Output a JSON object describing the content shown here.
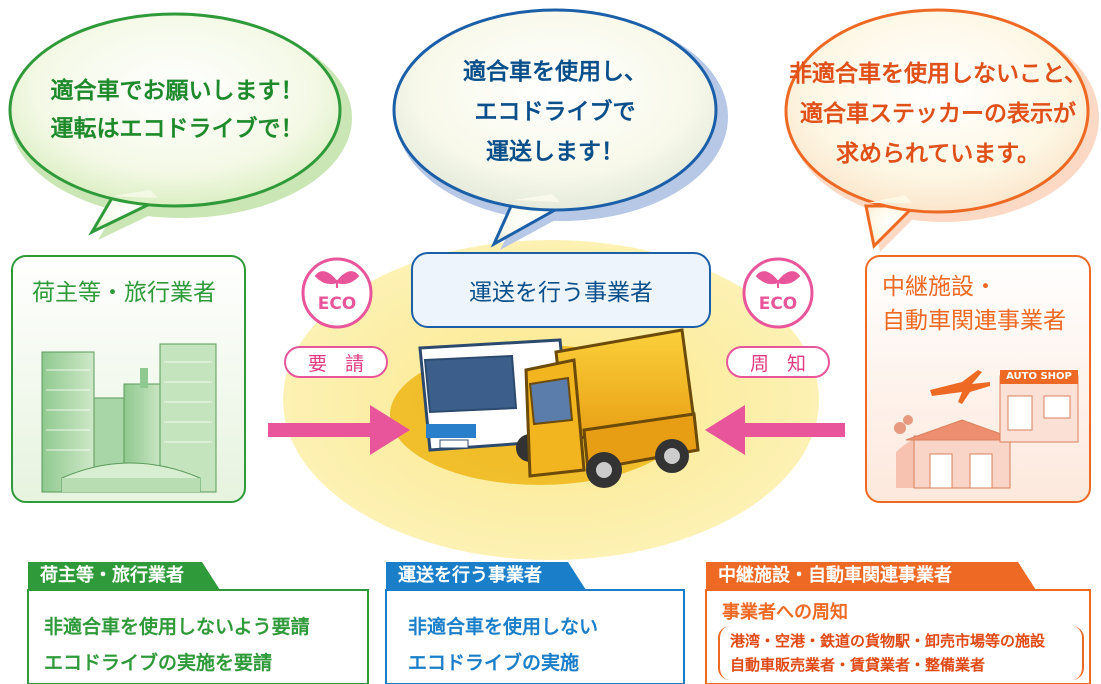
{
  "bubbles": {
    "left": {
      "lines": [
        "適合車でお願いします！",
        "運転はエコドライブで！"
      ]
    },
    "center": {
      "lines": [
        "適合車を使用し、",
        "エコドライブで",
        "運送します！"
      ]
    },
    "right": {
      "lines": [
        "非適合車を使用しないこと、",
        "適合車ステッカーの表示が",
        "求められています。"
      ]
    }
  },
  "cards": {
    "shipper": {
      "lines": [
        "荷主等・旅行業者"
      ]
    },
    "carrier": {
      "title": "運送を行う事業者"
    },
    "relay": {
      "lines": [
        "中継施設・",
        "自動車関連事業者"
      ]
    }
  },
  "eco_badges": {
    "left": "ECO",
    "right": "ECO"
  },
  "arrow_labels": {
    "left": "要請",
    "right": "周知"
  },
  "shop_sign": "AUTO SHOP",
  "panels": {
    "shipper": {
      "title": "荷主等・旅行業者",
      "lines": [
        "非適合車を使用しないよう要請",
        "エコドライブの実施を要請"
      ]
    },
    "carrier": {
      "title": "運送を行う事業者",
      "lines": [
        "非適合車を使用しない",
        "エコドライブの実施"
      ]
    },
    "relay": {
      "title": "中継施設・自動車関連事業者",
      "heading": "事業者への周知",
      "lines": [
        "港湾・空港・鉄道の貨物駅・卸売市場等の施設",
        "自動車販売業者・賃貸業者・整備業者"
      ]
    }
  },
  "colors": {
    "green": "#2f9a3a",
    "blue": "#1a5fa8",
    "orange": "#ee6a24",
    "pink": "#e8559a"
  }
}
